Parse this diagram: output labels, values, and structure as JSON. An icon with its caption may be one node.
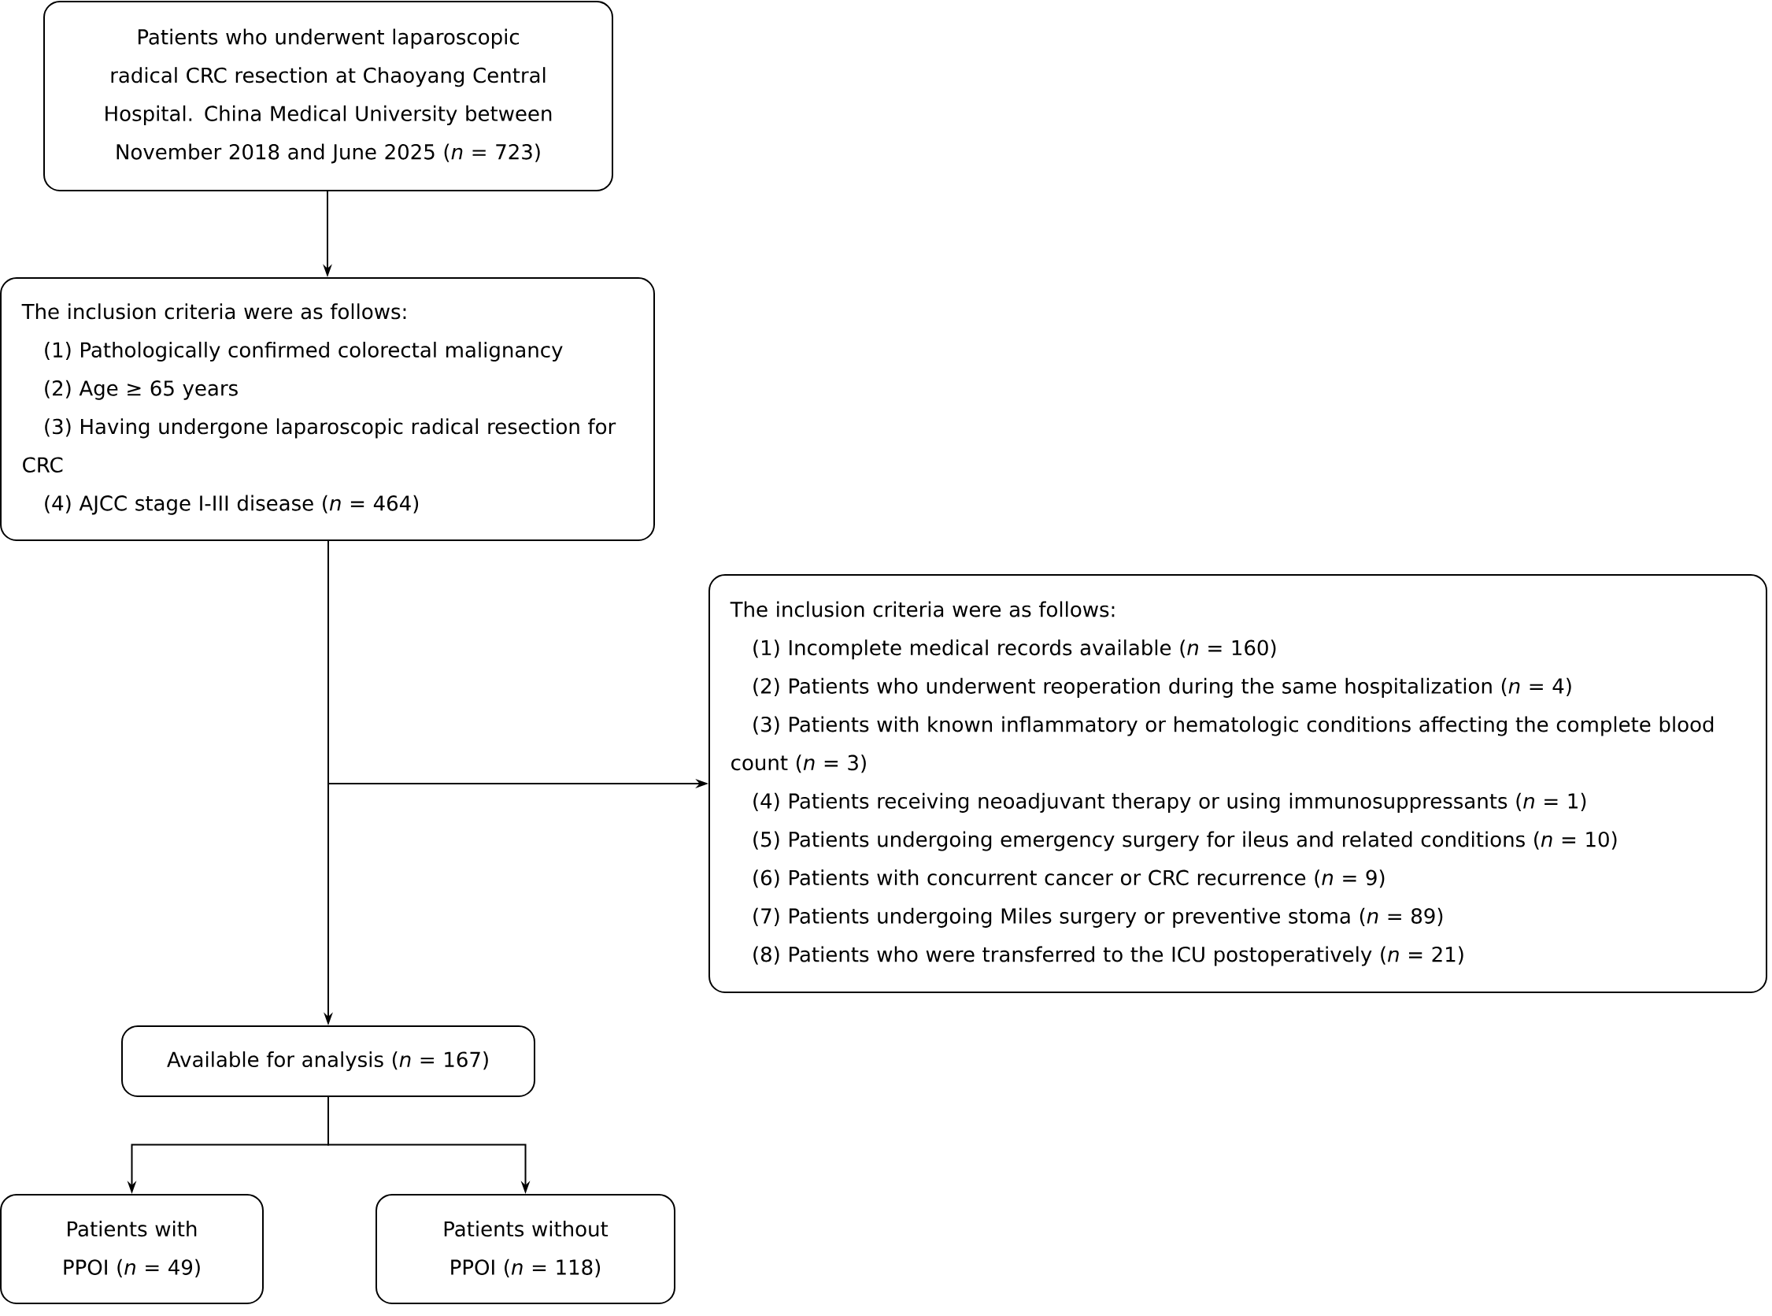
{
  "diagram": {
    "nodes": [
      {
        "text": [
          "Patients who underwent laparoscopic radical CRC resection at Chaoyang Central Hospital. China Medical University between November 2018 and June 2025 (*n* = 723)"
        ]
      },
      {
        "text": [
          "The inclusion criteria were as follows:",
          "(1) Pathologically confirmed colorectal malignancy",
          "(2) Age ≥ 65 years",
          "(3) Having undergone laparoscopic radical resection for CRC",
          "(4) AJCC stage I-III disease (*n* = 464)"
        ]
      },
      {
        "text": [
          "The inclusion criteria were as follows:",
          "(1) Incomplete medical records available (*n* = 160)",
          "(2) Patients who underwent reoperation during the same hospitalization (*n* = 4)",
          "(3) Patients with known inflammatory or hematologic conditions affecting the complete blood count (*n* = 3)",
          "(4) Patients receiving neoadjuvant therapy or using immunosuppressants (*n* = 1)",
          "(5) Patients undergoing emergency surgery for ileus and related conditions (*n* = 10)",
          "(6) Patients with concurrent cancer or CRC recurrence (*n* = 9)",
          "(7) Patients undergoing Miles surgery or preventive stoma (*n* = 89)",
          "(8) Patients who were transferred to the ICU postoperatively (*n* = 21)"
        ]
      },
      {
        "text": [
          "Available for analysis (*n* = 167)"
        ]
      },
      {
        "text": [
          "Patients with PPOI (*n* = 49)"
        ]
      },
      {
        "text": [
          "Patients without PPOI (*n* = 118)"
        ]
      }
    ],
    "edges": [
      {
        "from": 0,
        "to": 1,
        "arrow": "to"
      },
      {
        "from": 1,
        "to": 3,
        "arrow": "to"
      },
      {
        "from": 1,
        "to": 2,
        "arrow": "to"
      },
      {
        "from": 3,
        "to": 4,
        "arrow": "to"
      },
      {
        "from": 3,
        "to": 5,
        "arrow": "to"
      }
    ]
  }
}
